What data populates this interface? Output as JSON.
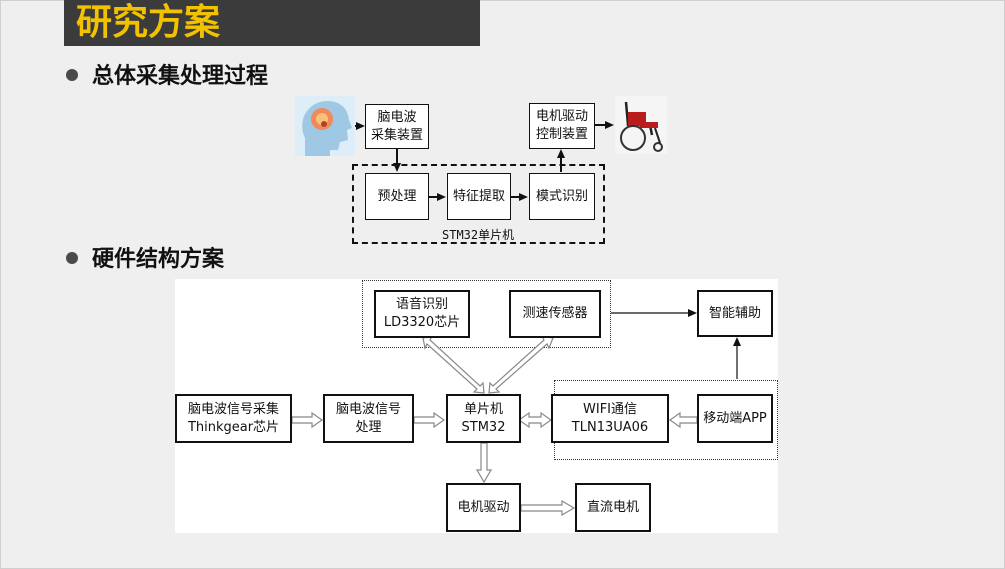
{
  "title": "研究方案",
  "section1": {
    "heading": "总体采集处理过程"
  },
  "section2": {
    "heading": "硬件结构方案"
  },
  "process": {
    "eeg_collector": "脑电波\n采集装置",
    "motor_controller": "电机驱动\n控制装置",
    "preprocess": "预处理",
    "feature_extract": "特征提取",
    "pattern_recog": "模式识别",
    "mcu_label": "STM32单片机"
  },
  "hardware": {
    "voice": "语音识别\nLD3320芯片",
    "speed_sensor": "测速传感器",
    "smart_assist": "智能辅助",
    "eeg_acq": "脑电波信号采集\nThinkgear芯片",
    "eeg_proc": "脑电波信号\n处理",
    "mcu": "单片机\nSTM32",
    "wifi": "WIFI通信\nTLN13UA06",
    "mobile": "移动端APP",
    "motor_drive": "电机驱动",
    "dc_motor": "直流电机"
  },
  "icons": {
    "head": "brain-head-icon",
    "wheelchair": "wheelchair-icon"
  }
}
